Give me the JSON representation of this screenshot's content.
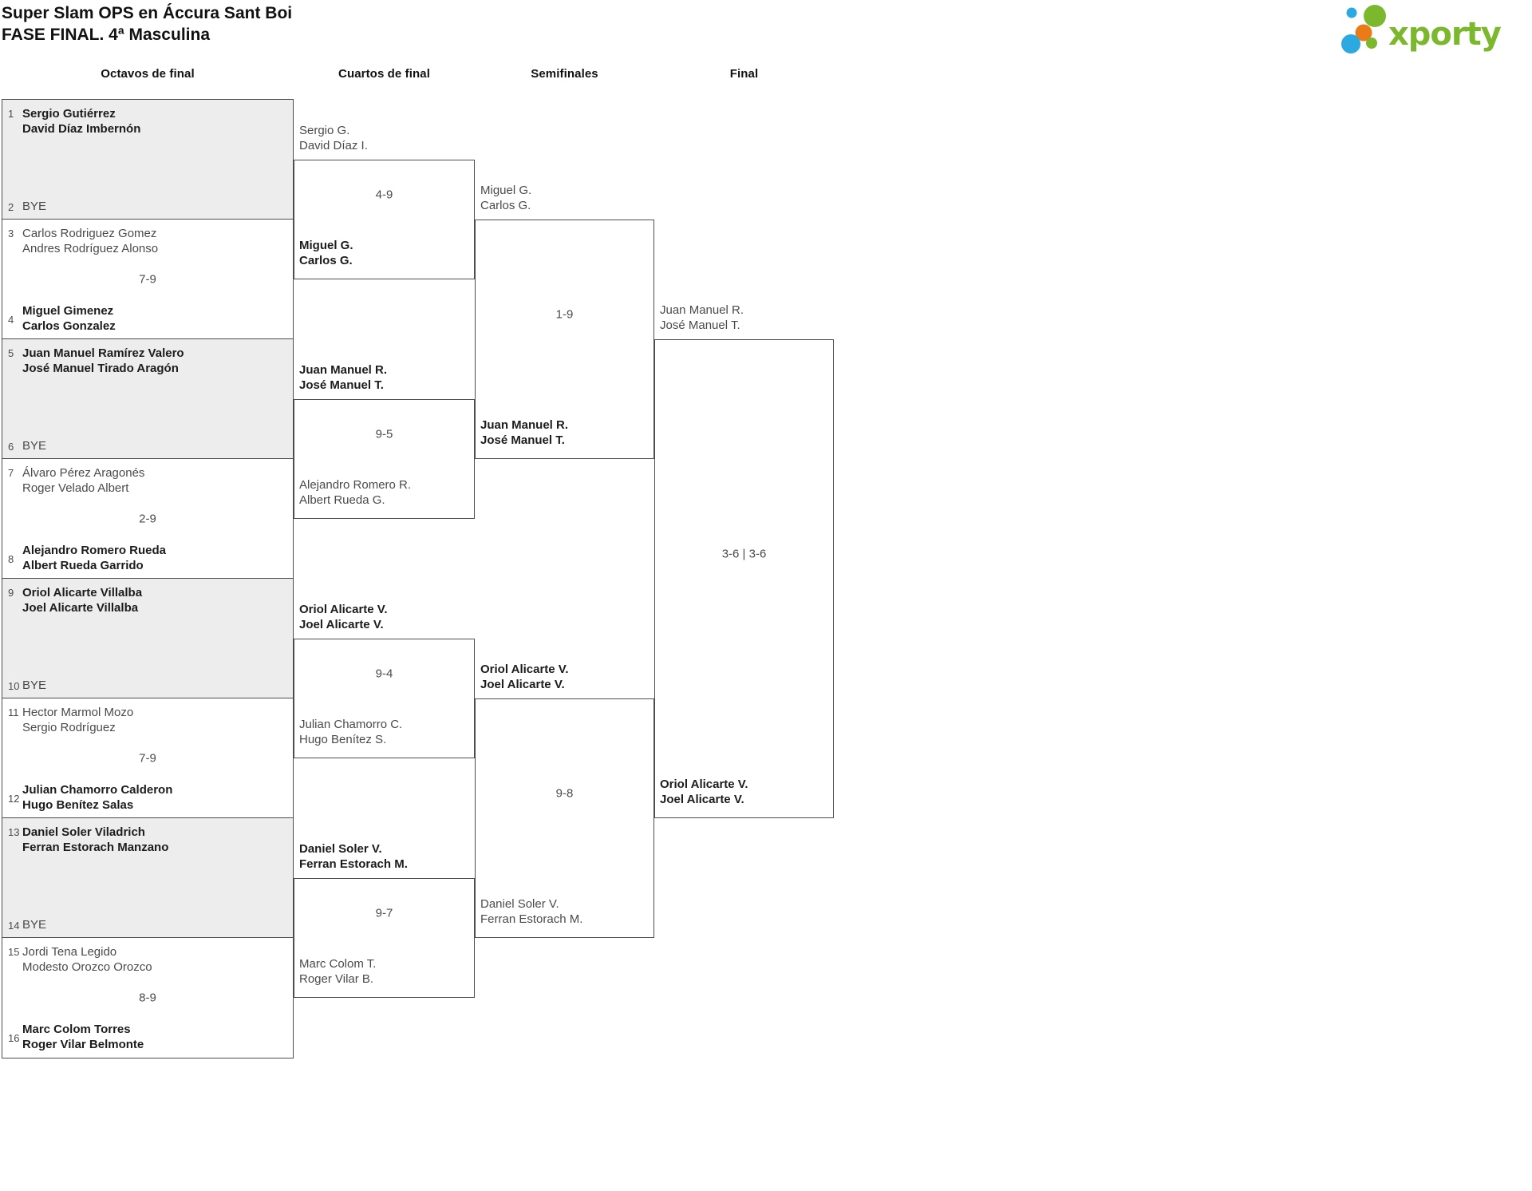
{
  "page": {
    "title_line1": "Super Slam OPS en Áccura Sant Boi",
    "title_line2": "FASE FINAL. 4ª Masculina"
  },
  "logo": {
    "wordmark": "xporty",
    "green": "#7cb82e",
    "blue": "#2ba9e0",
    "orange": "#ea7b16"
  },
  "bracket": {
    "rounds": [
      {
        "label": "Octavos de final",
        "matches": [
          {
            "top_seed": "1",
            "top": [
              "Sergio Gutiérrez",
              "David Díaz Imbernón"
            ],
            "top_winner": true,
            "bottom_seed": "2",
            "bottom": [
              "BYE"
            ],
            "bottom_winner": false,
            "bye": true,
            "score": ""
          },
          {
            "top_seed": "3",
            "top": [
              "Carlos Rodriguez Gomez",
              "Andres Rodríguez Alonso"
            ],
            "top_winner": false,
            "bottom_seed": "4",
            "bottom": [
              "Miguel Gimenez",
              "Carlos Gonzalez"
            ],
            "bottom_winner": true,
            "bye": false,
            "score": "7-9"
          },
          {
            "top_seed": "5",
            "top": [
              "Juan Manuel Ramírez Valero",
              "José Manuel Tirado Aragón"
            ],
            "top_winner": true,
            "bottom_seed": "6",
            "bottom": [
              "BYE"
            ],
            "bottom_winner": false,
            "bye": true,
            "score": ""
          },
          {
            "top_seed": "7",
            "top": [
              "Álvaro Pérez Aragonés",
              "Roger Velado Albert"
            ],
            "top_winner": false,
            "bottom_seed": "8",
            "bottom": [
              "Alejandro Romero Rueda",
              "Albert Rueda Garrido"
            ],
            "bottom_winner": true,
            "bye": false,
            "score": "2-9"
          },
          {
            "top_seed": "9",
            "top": [
              "Oriol Alicarte Villalba",
              "Joel Alicarte Villalba"
            ],
            "top_winner": true,
            "bottom_seed": "10",
            "bottom": [
              "BYE"
            ],
            "bottom_winner": false,
            "bye": true,
            "score": ""
          },
          {
            "top_seed": "11",
            "top": [
              "Hector Marmol Mozo",
              "Sergio Rodríguez"
            ],
            "top_winner": false,
            "bottom_seed": "12",
            "bottom": [
              "Julian Chamorro Calderon",
              "Hugo Benítez Salas"
            ],
            "bottom_winner": true,
            "bye": false,
            "score": "7-9"
          },
          {
            "top_seed": "13",
            "top": [
              "Daniel Soler Viladrich",
              "Ferran Estorach Manzano"
            ],
            "top_winner": true,
            "bottom_seed": "14",
            "bottom": [
              "BYE"
            ],
            "bottom_winner": false,
            "bye": true,
            "score": ""
          },
          {
            "top_seed": "15",
            "top": [
              "Jordi Tena Legido",
              "Modesto Orozco Orozco"
            ],
            "top_winner": false,
            "bottom_seed": "16",
            "bottom": [
              "Marc Colom Torres",
              "Roger Vilar Belmonte"
            ],
            "bottom_winner": true,
            "bye": false,
            "score": "8-9"
          }
        ]
      },
      {
        "label": "Cuartos de final",
        "matches": [
          {
            "top": [
              "Sergio G.",
              "David Díaz I."
            ],
            "top_winner": false,
            "bottom": [
              "Miguel G.",
              "Carlos G."
            ],
            "bottom_winner": true,
            "score": "4-9"
          },
          {
            "top": [
              "Juan Manuel R.",
              "José Manuel T."
            ],
            "top_winner": true,
            "bottom": [
              "Alejandro Romero R.",
              "Albert Rueda G."
            ],
            "bottom_winner": false,
            "score": "9-5"
          },
          {
            "top": [
              "Oriol Alicarte V.",
              "Joel Alicarte V."
            ],
            "top_winner": true,
            "bottom": [
              "Julian Chamorro C.",
              "Hugo Benítez S."
            ],
            "bottom_winner": false,
            "score": "9-4"
          },
          {
            "top": [
              "Daniel Soler V.",
              "Ferran Estorach M."
            ],
            "top_winner": true,
            "bottom": [
              "Marc Colom T.",
              "Roger Vilar B."
            ],
            "bottom_winner": false,
            "score": "9-7"
          }
        ]
      },
      {
        "label": "Semifinales",
        "matches": [
          {
            "top": [
              "Miguel G.",
              "Carlos G."
            ],
            "top_winner": false,
            "bottom": [
              "Juan Manuel R.",
              "José Manuel T."
            ],
            "bottom_winner": true,
            "score": "1-9"
          },
          {
            "top": [
              "Oriol Alicarte V.",
              "Joel Alicarte V."
            ],
            "top_winner": true,
            "bottom": [
              "Daniel Soler V.",
              "Ferran Estorach M."
            ],
            "bottom_winner": false,
            "score": "9-8"
          }
        ]
      },
      {
        "label": "Final",
        "matches": [
          {
            "top": [
              "Juan Manuel R.",
              "José Manuel T."
            ],
            "top_winner": false,
            "bottom": [
              "Oriol Alicarte V.",
              "Joel Alicarte V."
            ],
            "bottom_winner": true,
            "score": "3-6 | 3-6"
          }
        ]
      }
    ]
  }
}
